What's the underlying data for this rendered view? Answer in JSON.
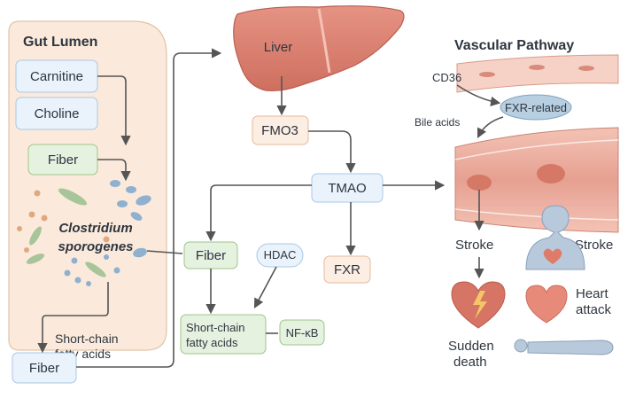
{
  "gut": {
    "title": "Gut Lumen",
    "carnitine": "Carnitine",
    "choline": "Choline",
    "fiber": "Fiber",
    "bacterium_line1": "Clostridium",
    "bacterium_line2": "sporogenes",
    "scfa_line1": "Short-chain",
    "scfa_line2": "fatty acids"
  },
  "fiber_out": "Fiber",
  "liver": {
    "label": "Liver",
    "enzyme": "FMO3"
  },
  "center": {
    "tmao": "TMAO",
    "fiber": "Fiber",
    "hdac": "HDAC",
    "fxr": "FXR",
    "scfa_line1": "Short-chain",
    "scfa_line2": "fatty acids",
    "nfkb": "NF-κB"
  },
  "vascular": {
    "title": "Vascular Pathway",
    "cd36": "CD36",
    "fxr_related": "FXR-related",
    "bile_acids": "Bile acids",
    "stroke_left": "Stroke",
    "stroke_right": "Stroke",
    "heart_line1": "Heart",
    "heart_line2": "attack",
    "sudden_line1": "Sudden",
    "sudden_line2": "death"
  },
  "colors": {
    "gut_panel": "#fbeadb",
    "box_blue": "#eaf3fc",
    "box_green": "#e6f2e0",
    "box_peach": "#fdeee3",
    "liver": "#d97b6c",
    "vessel": "#e8a89a",
    "arrow": "#555555"
  }
}
